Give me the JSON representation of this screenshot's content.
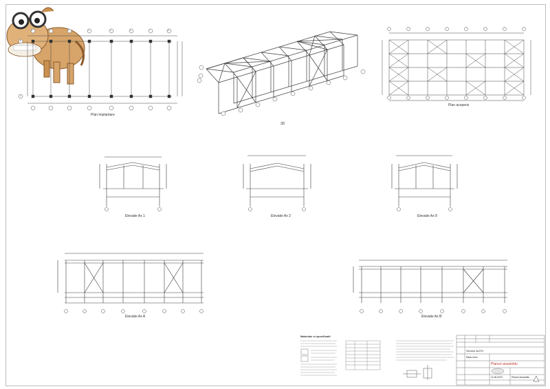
{
  "drawings": {
    "plan_imp": "Plan implantare",
    "view_3d": "3D",
    "plan_roof": "Plan acoperis",
    "elev_ax1": "Elevatie Ax 1",
    "elev_ax2": "Elevatie Ax 2",
    "elev_ax8": "Elevatie Ax 8",
    "elev_axA": "Elevatie Ax A",
    "elev_axB": "Elevatie Ax B"
  },
  "plan_axes": {
    "numbers": [
      "1",
      "2",
      "3",
      "4",
      "5",
      "6",
      "7",
      "8"
    ],
    "letters": [
      "A",
      "B"
    ]
  },
  "notes_title": "Materiale si specificatii",
  "title_block": {
    "project": "Service AUTO",
    "drawing_title": "Planuri ansamblu",
    "drawn_by": "Radu Ionic",
    "sheet_name": "Planuri ansamblu",
    "date": "11.08.2023"
  },
  "colors": {
    "line": "#333333",
    "paper": "#ffffff",
    "frame": "#bdbdbd",
    "mascot": "#d9a86a"
  },
  "icons": [
    "mascot-camel-icon",
    "axis-bubble-icon",
    "north-arrow-icon",
    "company-logo-icon"
  ]
}
